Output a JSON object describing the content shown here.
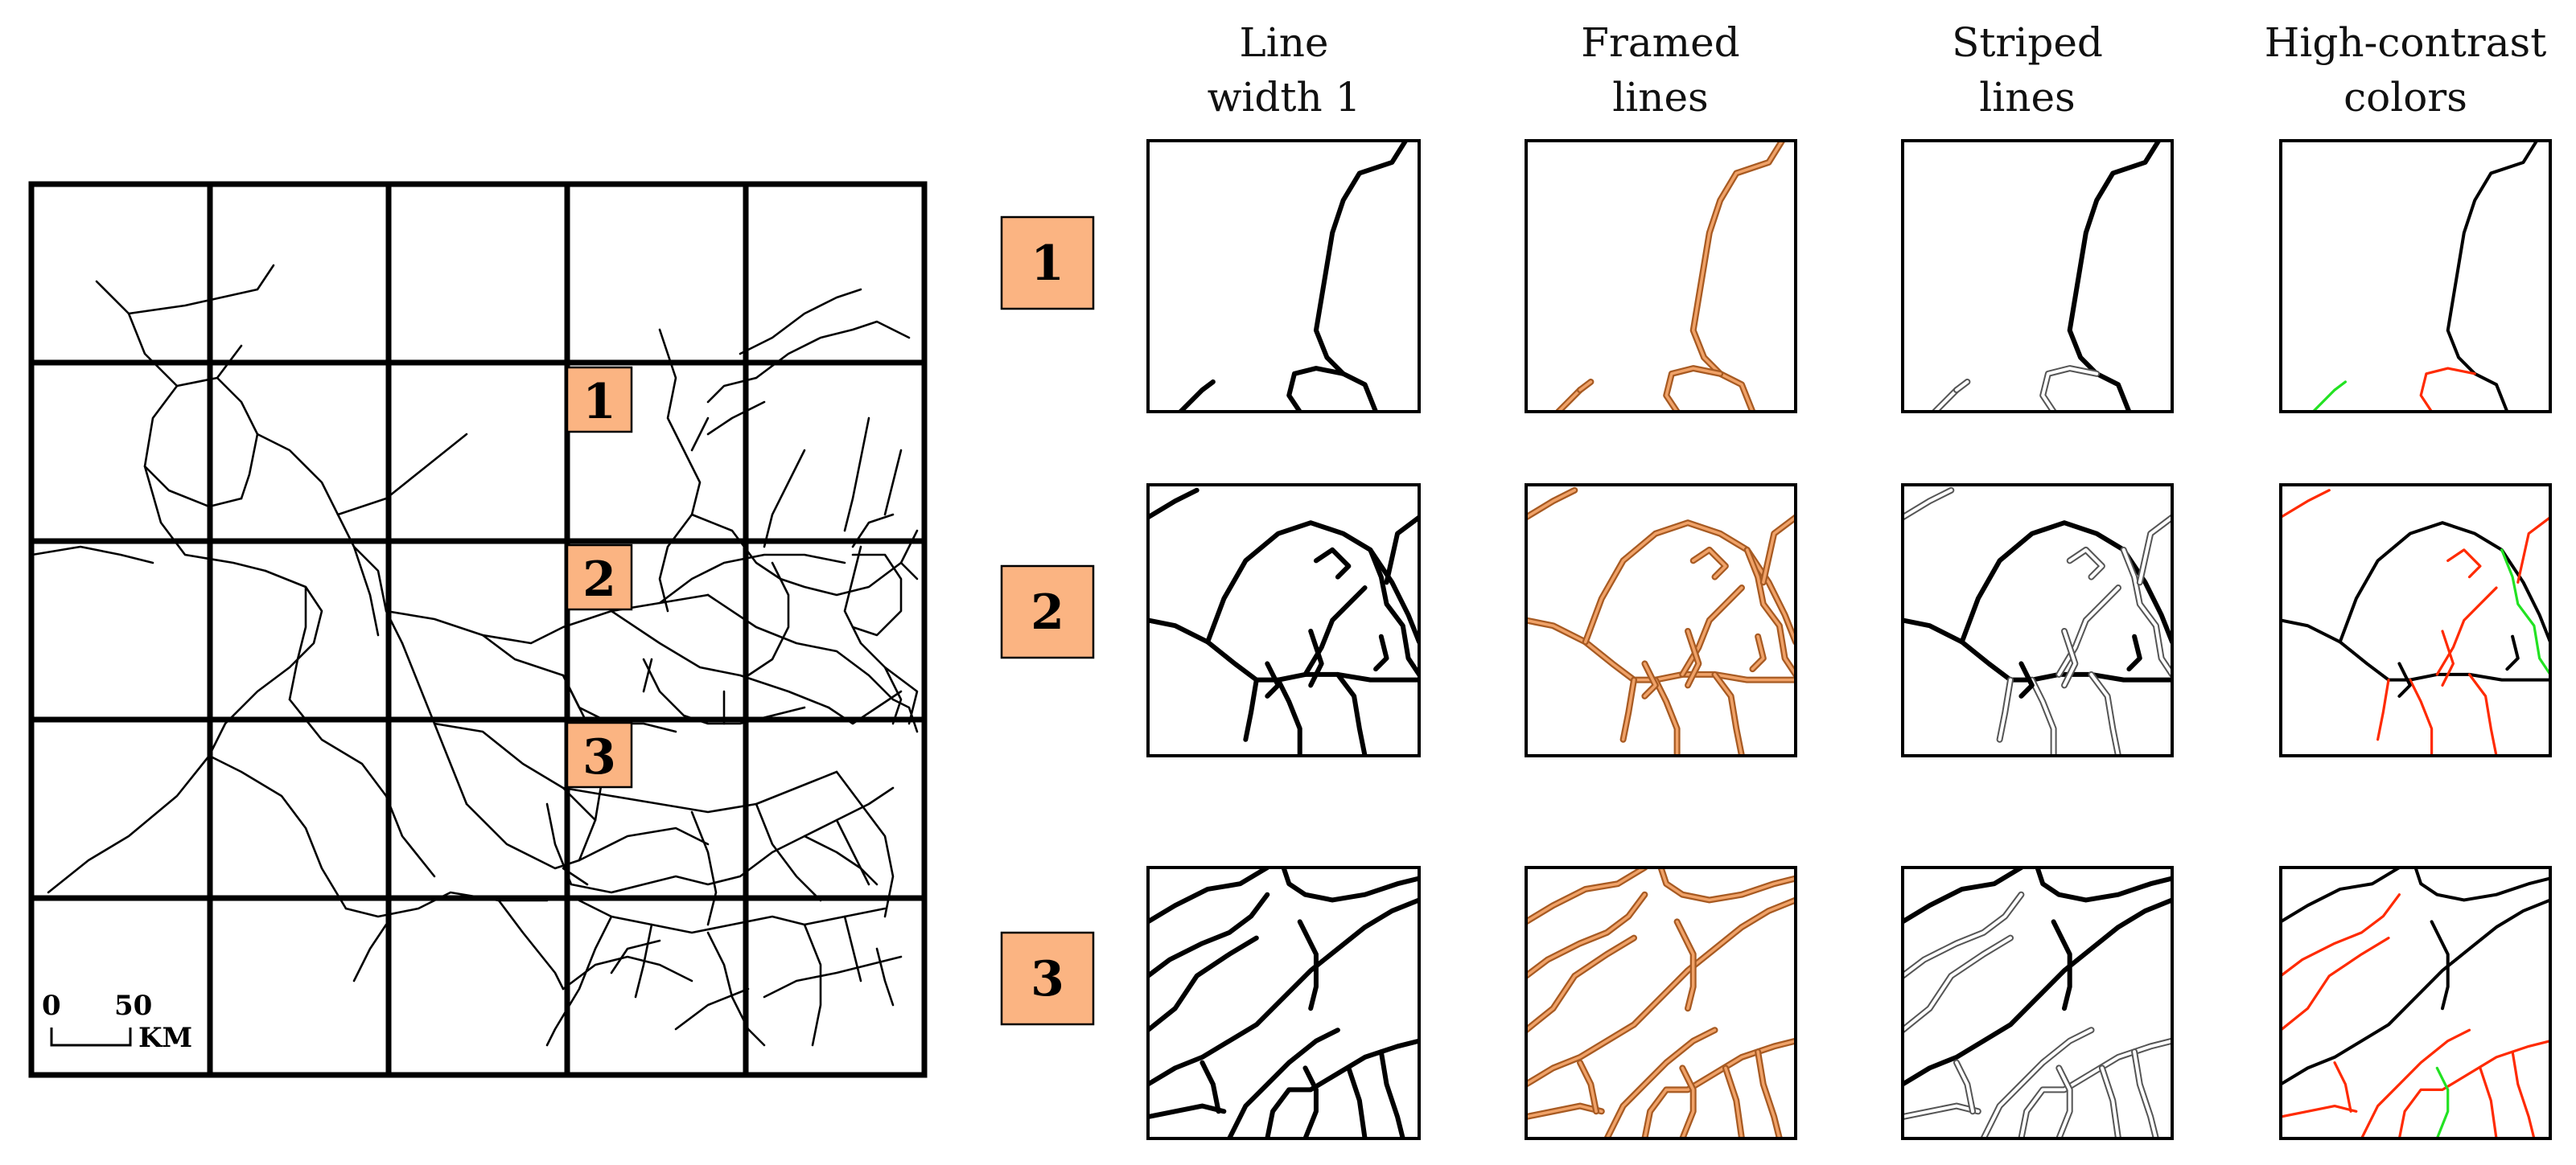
{
  "columns": [
    {
      "line1": "Line",
      "line2": "width  1"
    },
    {
      "line1": "Framed",
      "line2": "lines"
    },
    {
      "line1": "Striped",
      "line2": "lines"
    },
    {
      "line1": "High-contrast",
      "line2": "colors"
    }
  ],
  "rows": [
    "1",
    "2",
    "3"
  ],
  "map_badges": [
    "1",
    "2",
    "3"
  ],
  "scale_bar": {
    "zero": "0",
    "fifty": "50",
    "unit": "KM"
  },
  "colors": {
    "badge_fill": "#fbb482",
    "framed_outer": "#a75a22",
    "framed_inner": "#f0a268",
    "striped_outer": "#555555",
    "striped_inner": "#ffffff",
    "contrast_red": "#ff2a00",
    "contrast_green": "#22e222",
    "contrast_black": "#000000"
  }
}
